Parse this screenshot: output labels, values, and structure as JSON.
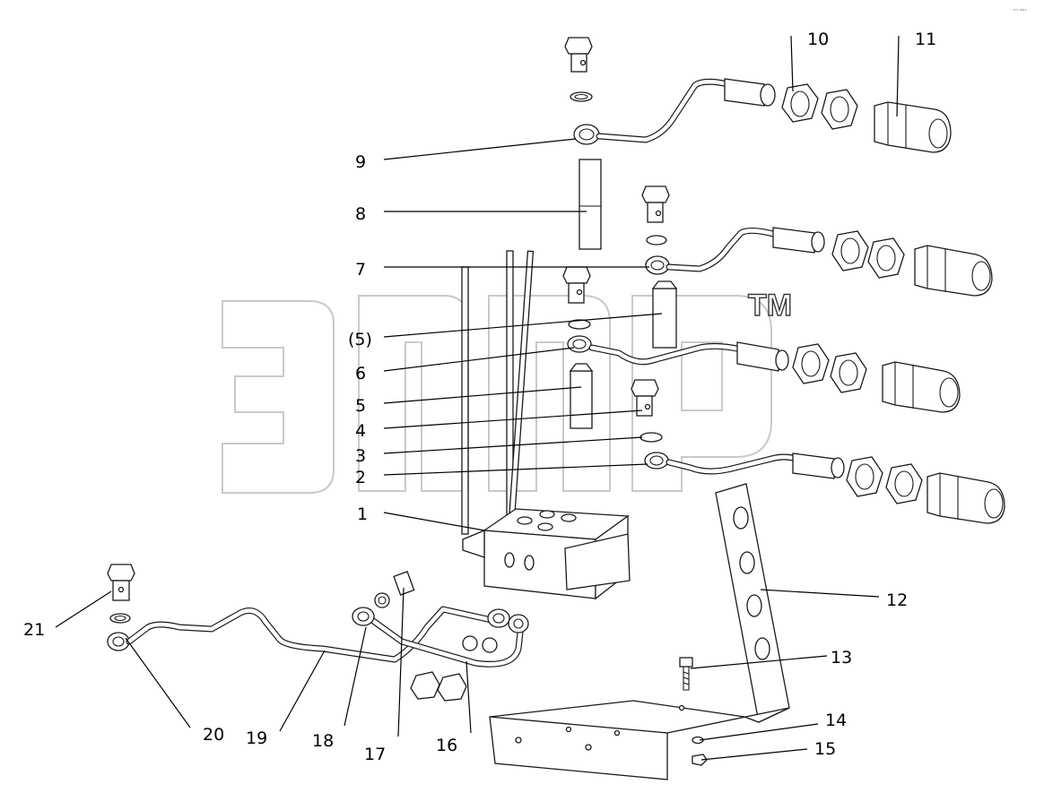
{
  "watermark": {
    "trademark": "TM"
  },
  "corner_mark": "ᵉᵃ ʷᵉᵉ",
  "callouts": [
    {
      "id": "c1",
      "text": "1"
    },
    {
      "id": "c2",
      "text": "2"
    },
    {
      "id": "c3",
      "text": "3"
    },
    {
      "id": "c4",
      "text": "4"
    },
    {
      "id": "c5",
      "text": "5"
    },
    {
      "id": "c6",
      "text": "6"
    },
    {
      "id": "c5b",
      "text": "(5)"
    },
    {
      "id": "c7",
      "text": "7"
    },
    {
      "id": "c8",
      "text": "8"
    },
    {
      "id": "c9",
      "text": "9"
    },
    {
      "id": "c10",
      "text": "10"
    },
    {
      "id": "c11",
      "text": "11"
    },
    {
      "id": "c12",
      "text": "12"
    },
    {
      "id": "c13",
      "text": "13"
    },
    {
      "id": "c14",
      "text": "14"
    },
    {
      "id": "c15",
      "text": "15"
    },
    {
      "id": "c16",
      "text": "16"
    },
    {
      "id": "c17",
      "text": "17"
    },
    {
      "id": "c18",
      "text": "18"
    },
    {
      "id": "c19",
      "text": "19"
    },
    {
      "id": "c20",
      "text": "20"
    },
    {
      "id": "c21",
      "text": "21"
    }
  ]
}
